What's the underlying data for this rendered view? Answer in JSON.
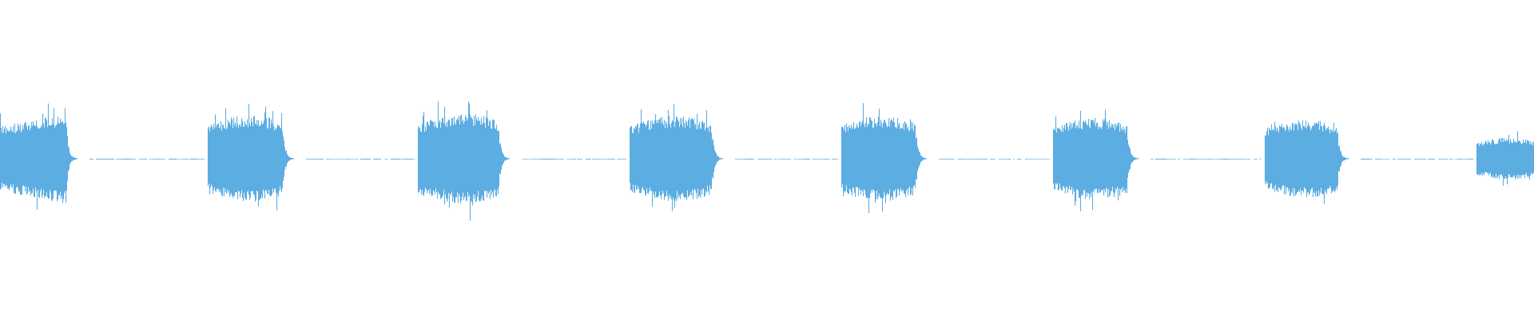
{
  "waveform": {
    "color": "#5DADE2",
    "background": "#ffffff",
    "normalized_peak": 0.47,
    "bursts": [
      {
        "start": 0.0,
        "end": 0.0425,
        "level": 0.6
      },
      {
        "start": 0.1355,
        "end": 0.184,
        "level": 0.58
      },
      {
        "start": 0.2725,
        "end": 0.3245,
        "level": 0.6
      },
      {
        "start": 0.4105,
        "end": 0.4635,
        "level": 0.57
      },
      {
        "start": 0.5485,
        "end": 0.5965,
        "level": 0.57
      },
      {
        "start": 0.6865,
        "end": 0.7345,
        "level": 0.55
      },
      {
        "start": 0.8245,
        "end": 0.8715,
        "level": 0.52
      },
      {
        "start": 0.9625,
        "end": 1.0,
        "level": 0.28
      }
    ]
  }
}
